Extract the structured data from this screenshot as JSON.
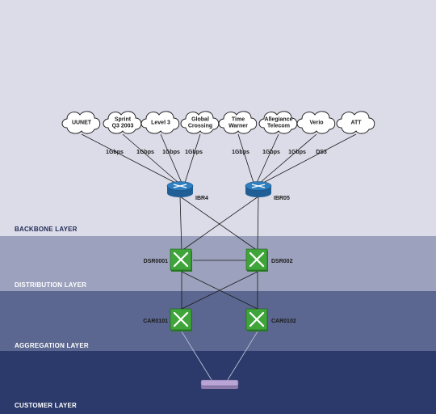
{
  "layers": [
    {
      "name": "BACKBONE LAYER",
      "color": "#dcdbe8"
    },
    {
      "name": "DISTRIBUTION LAYER",
      "color": "#9ca2bd"
    },
    {
      "name": "AGGREGATION LAYER",
      "color": "#5b6790"
    },
    {
      "name": "CUSTOMER LAYER",
      "color": "#2b3a6b"
    }
  ],
  "providers": [
    {
      "name": "UUNET",
      "link": "1Gbps"
    },
    {
      "name": "Sprint\nQ3 2003",
      "link": "1Gbps"
    },
    {
      "name": "Level 3",
      "link": "1Gbps"
    },
    {
      "name": "Global\nCrossing",
      "link": "1Gbps"
    },
    {
      "name": "Time\nWarner",
      "link": "1Gbps"
    },
    {
      "name": "Allegiance\nTelecom",
      "link": "1Gbps"
    },
    {
      "name": "Verio",
      "link": "1Gbps"
    },
    {
      "name": "ATT",
      "link": "DS3"
    }
  ],
  "routers": [
    {
      "name": "IBR4"
    },
    {
      "name": "IBR05"
    }
  ],
  "distribution_switches": [
    {
      "name": "DSR0001"
    },
    {
      "name": "DSR002"
    }
  ],
  "aggregation_switches": [
    {
      "name": "CAR0101"
    },
    {
      "name": "CAR0102"
    }
  ],
  "colors": {
    "router_body": "#2f7fc0",
    "switch_body": "#3fa53a",
    "line": "#1a1a1a",
    "customer_device": "#b9a4d6"
  },
  "icons": {
    "router": "router-icon",
    "switch": "switch-icon",
    "cloud": "cloud-icon",
    "customer": "customer-device-icon"
  }
}
